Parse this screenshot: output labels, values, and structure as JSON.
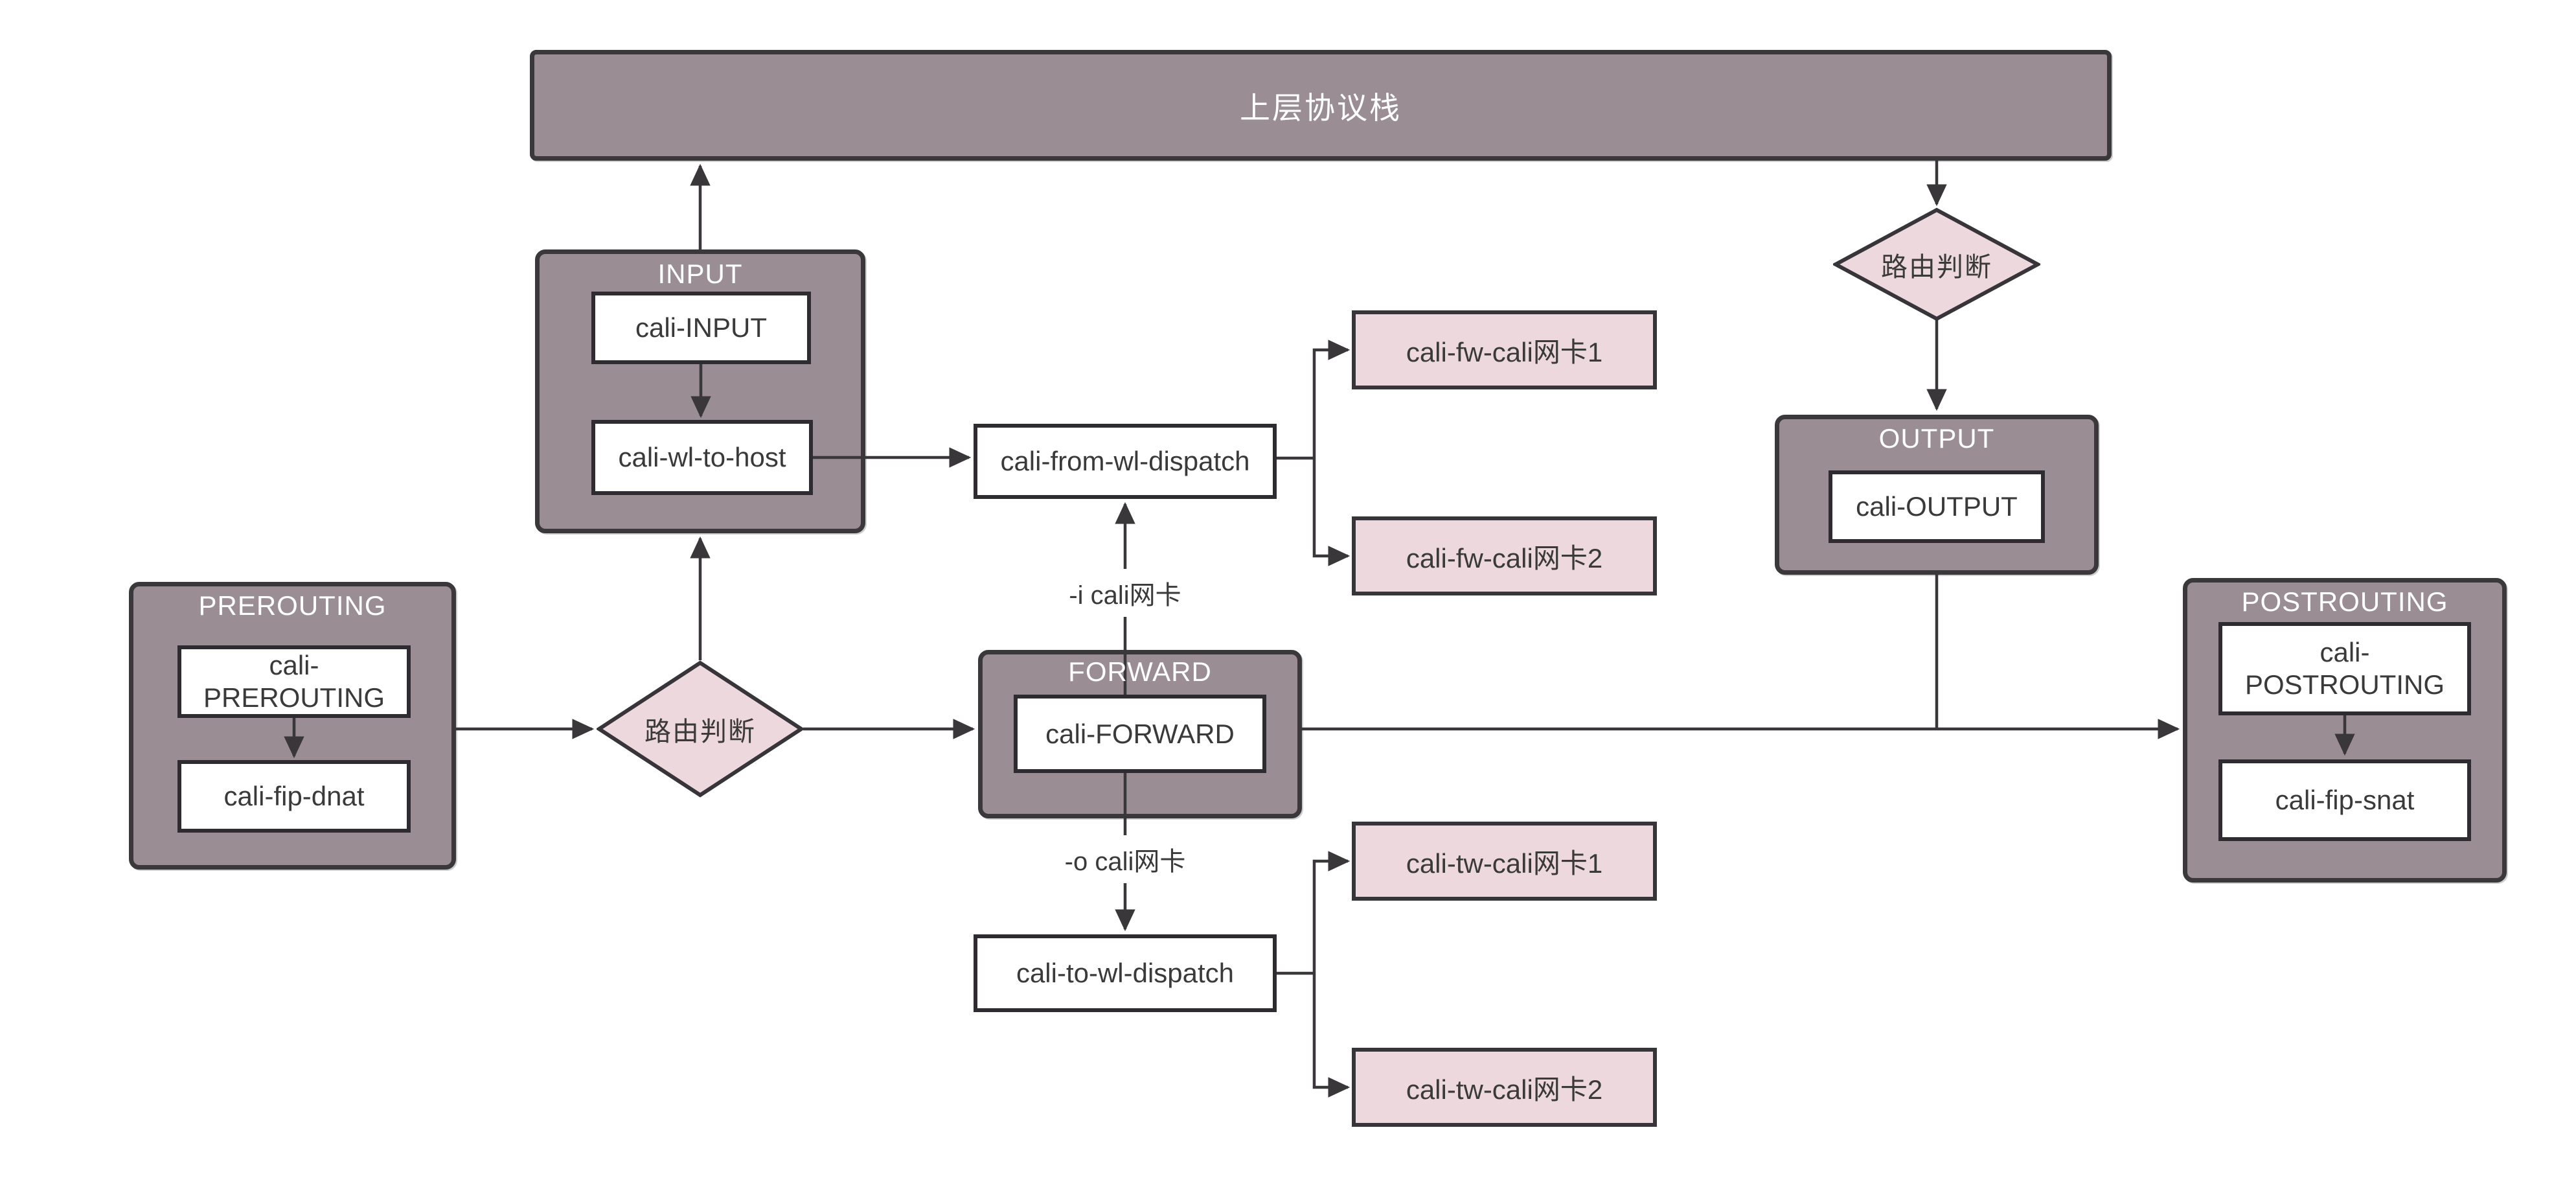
{
  "diagram": {
    "description": "iptables / Calico chain flow diagram",
    "top_bar": {
      "label": "上层协议栈"
    },
    "decisions": {
      "left": {
        "label": "路由判断"
      },
      "right": {
        "label": "路由判断"
      }
    },
    "edge_labels": {
      "in_iface": "-i cali网卡",
      "out_iface": "-o cali网卡"
    },
    "groups": {
      "input": {
        "title": "INPUT"
      },
      "prerouting": {
        "title": "PREROUTING"
      },
      "forward": {
        "title": "FORWARD"
      },
      "output": {
        "title": "OUTPUT"
      },
      "postrouting": {
        "title": "POSTROUTING"
      }
    },
    "nodes": {
      "cali_input": {
        "label": "cali-INPUT"
      },
      "cali_wl_to_host": {
        "label": "cali-wl-to-host"
      },
      "cali_prerouting": {
        "label": "cali-\nPREROUTING"
      },
      "cali_fip_dnat": {
        "label": "cali-fip-dnat"
      },
      "cali_forward": {
        "label": "cali-FORWARD"
      },
      "cali_output": {
        "label": "cali-OUTPUT"
      },
      "cali_postrouting": {
        "label": "cali-\nPOSTROUTING"
      },
      "cali_fip_snat": {
        "label": "cali-fip-snat"
      },
      "cali_from_wl_dispatch": {
        "label": "cali-from-wl-dispatch"
      },
      "cali_to_wl_dispatch": {
        "label": "cali-to-wl-dispatch"
      },
      "cali_fw_nic1": {
        "label": "cali-fw-cali网卡1"
      },
      "cali_fw_nic2": {
        "label": "cali-fw-cali网卡2"
      },
      "cali_tw_nic1": {
        "label": "cali-tw-cali网卡1"
      },
      "cali_tw_nic2": {
        "label": "cali-tw-cali网卡2"
      }
    },
    "colors": {
      "group_fill": "#9a8d93",
      "pink_fill": "#ecd8dd",
      "white_fill": "#ffffff",
      "line": "#3a373a",
      "border_dark": "#3b383c",
      "text_dark": "#3a3a3a",
      "text_light": "#ffffff"
    }
  }
}
